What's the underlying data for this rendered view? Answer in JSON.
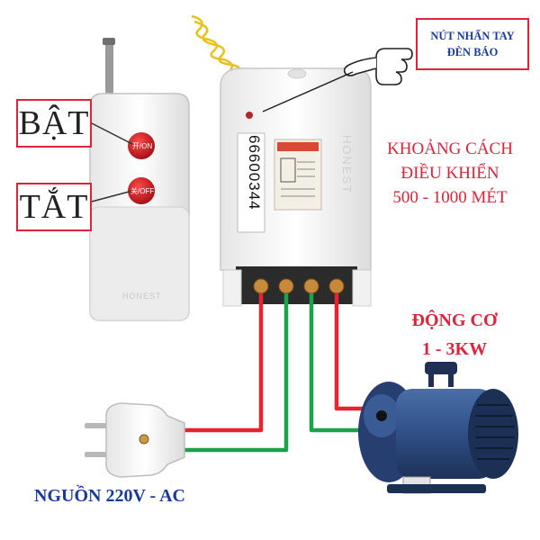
{
  "remote": {
    "on_label": "BẬT",
    "off_label": "TẮT",
    "on_button": "开/ON",
    "off_button": "关/OFF",
    "brand": "HONEST"
  },
  "receiver": {
    "serial": "66600344",
    "brand": "HONEST"
  },
  "note": {
    "line1": "NÚT NHẤN TAY",
    "line2": "ĐÈN BÁO"
  },
  "distance": {
    "line1": "KHOẢNG CÁCH",
    "line2": "ĐIỀU KHIỂN",
    "line3": "500 - 1000 MÉT"
  },
  "motor": {
    "line1": "ĐỘNG CƠ",
    "line2": "1 - 3KW"
  },
  "power": {
    "label": "NGUỒN 220V - AC"
  },
  "colors": {
    "label_border": "#e0223a",
    "red_wire": "#e8222e",
    "green_wire": "#1aa34a",
    "blue_text": "#1a3a9c",
    "red_text": "#e0223a",
    "motor_body": "#2f4f86"
  }
}
